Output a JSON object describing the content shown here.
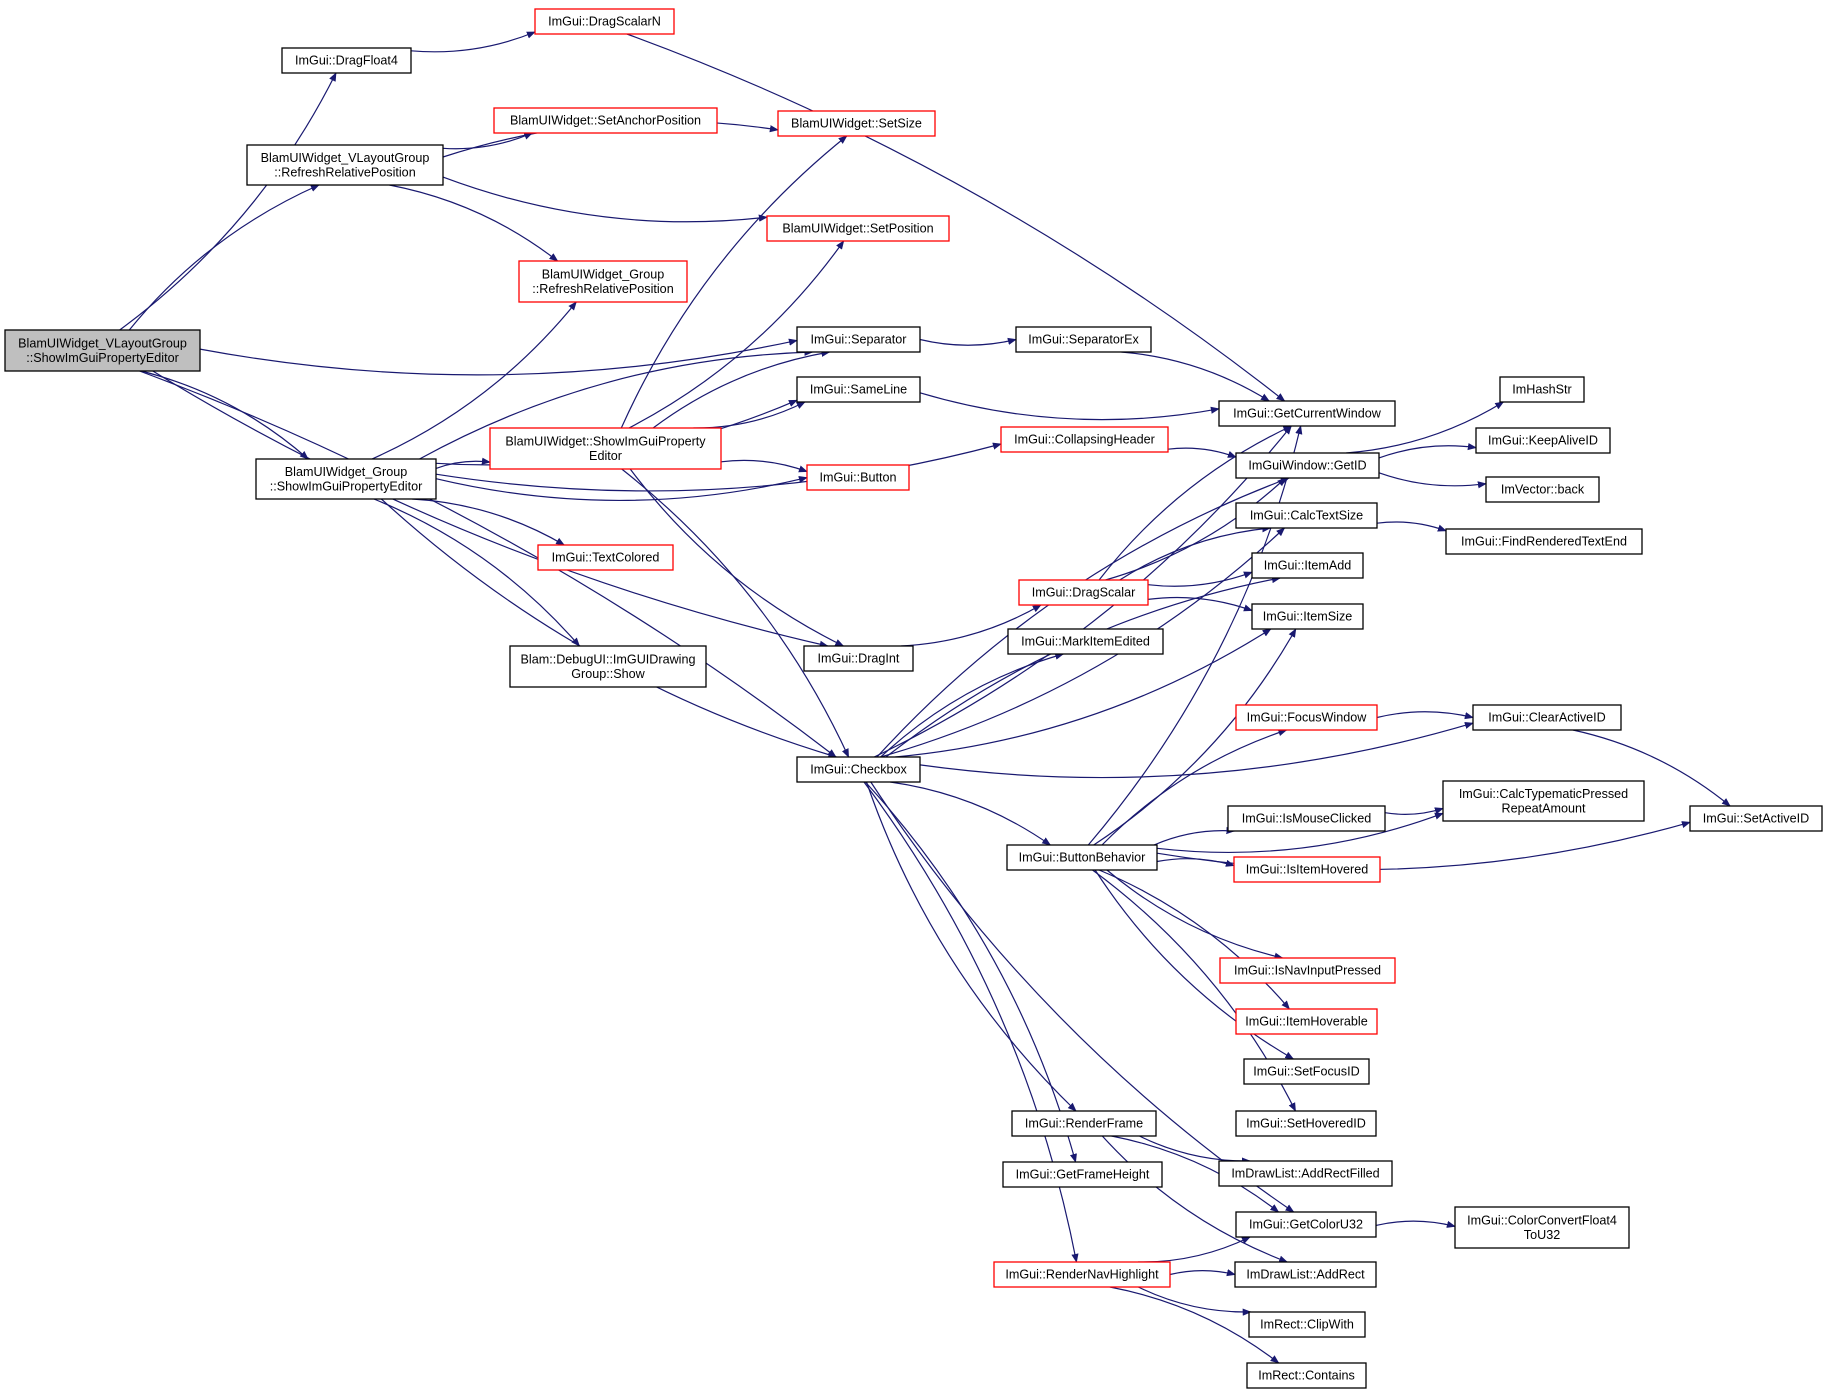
{
  "graph": {
    "colors": {
      "edge": "#191970",
      "default_border": "#000000",
      "truncated_border": "#ff0000",
      "root_fill": "#bfbfbf",
      "fill": "#ffffff"
    },
    "nodes": [
      {
        "id": "root",
        "lines": [
          "BlamUIWidget_VLayoutGroup",
          "::ShowImGuiPropertyEditor"
        ],
        "style": "root"
      },
      {
        "id": "dragfloat4",
        "lines": [
          "ImGui::DragFloat4"
        ],
        "style": "normal"
      },
      {
        "id": "dragscalarn",
        "lines": [
          "ImGui::DragScalarN"
        ],
        "style": "truncated"
      },
      {
        "id": "vlg_refresh",
        "lines": [
          "BlamUIWidget_VLayoutGroup",
          "::RefreshRelativePosition"
        ],
        "style": "normal"
      },
      {
        "id": "setanchor",
        "lines": [
          "BlamUIWidget::SetAnchorPosition"
        ],
        "style": "truncated"
      },
      {
        "id": "setsize",
        "lines": [
          "BlamUIWidget::SetSize"
        ],
        "style": "truncated"
      },
      {
        "id": "setposition",
        "lines": [
          "BlamUIWidget::SetPosition"
        ],
        "style": "truncated"
      },
      {
        "id": "grp_refresh",
        "lines": [
          "BlamUIWidget_Group",
          "::RefreshRelativePosition"
        ],
        "style": "truncated"
      },
      {
        "id": "separator",
        "lines": [
          "ImGui::Separator"
        ],
        "style": "normal"
      },
      {
        "id": "separatorex",
        "lines": [
          "ImGui::SeparatorEx"
        ],
        "style": "normal"
      },
      {
        "id": "sameline",
        "lines": [
          "ImGui::SameLine"
        ],
        "style": "normal"
      },
      {
        "id": "getcurrentwindow",
        "lines": [
          "ImGui::GetCurrentWindow"
        ],
        "style": "normal"
      },
      {
        "id": "imhashstr",
        "lines": [
          "ImHashStr"
        ],
        "style": "normal"
      },
      {
        "id": "grp_show",
        "lines": [
          "BlamUIWidget_Group",
          "::ShowImGuiPropertyEditor"
        ],
        "style": "normal"
      },
      {
        "id": "w_show",
        "lines": [
          "BlamUIWidget::ShowImGuiProperty",
          "Editor"
        ],
        "style": "truncated"
      },
      {
        "id": "button",
        "lines": [
          "ImGui::Button"
        ],
        "style": "truncated"
      },
      {
        "id": "collapsingheader",
        "lines": [
          "ImGui::CollapsingHeader"
        ],
        "style": "truncated"
      },
      {
        "id": "getid",
        "lines": [
          "ImGuiWindow::GetID"
        ],
        "style": "normal"
      },
      {
        "id": "keepaliveid",
        "lines": [
          "ImGui::KeepAliveID"
        ],
        "style": "normal"
      },
      {
        "id": "imvectorback",
        "lines": [
          "ImVector::back"
        ],
        "style": "normal"
      },
      {
        "id": "calctextsize",
        "lines": [
          "ImGui::CalcTextSize"
        ],
        "style": "normal"
      },
      {
        "id": "findrenderedtextend",
        "lines": [
          "ImGui::FindRenderedTextEnd"
        ],
        "style": "normal"
      },
      {
        "id": "textcolored",
        "lines": [
          "ImGui::TextColored"
        ],
        "style": "truncated"
      },
      {
        "id": "dragscalar",
        "lines": [
          "ImGui::DragScalar"
        ],
        "style": "truncated"
      },
      {
        "id": "itemadd",
        "lines": [
          "ImGui::ItemAdd"
        ],
        "style": "normal"
      },
      {
        "id": "itemsize",
        "lines": [
          "ImGui::ItemSize"
        ],
        "style": "normal"
      },
      {
        "id": "debugui",
        "lines": [
          "Blam::DebugUI::ImGUIDrawing",
          "Group::Show"
        ],
        "style": "normal"
      },
      {
        "id": "dragint",
        "lines": [
          "ImGui::DragInt"
        ],
        "style": "normal"
      },
      {
        "id": "markitemedited",
        "lines": [
          "ImGui::MarkItemEdited"
        ],
        "style": "normal"
      },
      {
        "id": "focuswindow",
        "lines": [
          "ImGui::FocusWindow"
        ],
        "style": "truncated"
      },
      {
        "id": "clearactiveid",
        "lines": [
          "ImGui::ClearActiveID"
        ],
        "style": "normal"
      },
      {
        "id": "checkbox",
        "lines": [
          "ImGui::Checkbox"
        ],
        "style": "normal"
      },
      {
        "id": "calctypematic",
        "lines": [
          "ImGui::CalcTypematicPressed",
          "RepeatAmount"
        ],
        "style": "normal"
      },
      {
        "id": "ismouseclicked",
        "lines": [
          "ImGui::IsMouseClicked"
        ],
        "style": "normal"
      },
      {
        "id": "setactiveid",
        "lines": [
          "ImGui::SetActiveID"
        ],
        "style": "normal"
      },
      {
        "id": "buttonbehavior",
        "lines": [
          "ImGui::ButtonBehavior"
        ],
        "style": "normal"
      },
      {
        "id": "isitemhovered",
        "lines": [
          "ImGui::IsItemHovered"
        ],
        "style": "truncated"
      },
      {
        "id": "isnavinputpressed",
        "lines": [
          "ImGui::IsNavInputPressed"
        ],
        "style": "truncated"
      },
      {
        "id": "itemhoverable",
        "lines": [
          "ImGui::ItemHoverable"
        ],
        "style": "truncated"
      },
      {
        "id": "setfocusid",
        "lines": [
          "ImGui::SetFocusID"
        ],
        "style": "normal"
      },
      {
        "id": "sethoveredid",
        "lines": [
          "ImGui::SetHoveredID"
        ],
        "style": "normal"
      },
      {
        "id": "renderframe",
        "lines": [
          "ImGui::RenderFrame"
        ],
        "style": "normal"
      },
      {
        "id": "addrectfilled",
        "lines": [
          "ImDrawList::AddRectFilled"
        ],
        "style": "normal"
      },
      {
        "id": "getframeheight",
        "lines": [
          "ImGui::GetFrameHeight"
        ],
        "style": "normal"
      },
      {
        "id": "getcoloru32",
        "lines": [
          "ImGui::GetColorU32"
        ],
        "style": "normal"
      },
      {
        "id": "colorconvert",
        "lines": [
          "ImGui::ColorConvertFloat4",
          "ToU32"
        ],
        "style": "normal"
      },
      {
        "id": "rendernavhighlight",
        "lines": [
          "ImGui::RenderNavHighlight"
        ],
        "style": "truncated"
      },
      {
        "id": "addrect",
        "lines": [
          "ImDrawList::AddRect"
        ],
        "style": "normal"
      },
      {
        "id": "clipwith",
        "lines": [
          "ImRect::ClipWith"
        ],
        "style": "normal"
      },
      {
        "id": "contains",
        "lines": [
          "ImRect::Contains"
        ],
        "style": "normal"
      }
    ],
    "edges": [
      [
        "root",
        "dragfloat4"
      ],
      [
        "root",
        "vlg_refresh"
      ],
      [
        "root",
        "separator"
      ],
      [
        "root",
        "grp_show"
      ],
      [
        "root",
        "dragint"
      ],
      [
        "root",
        "checkbox"
      ],
      [
        "dragfloat4",
        "dragscalarn"
      ],
      [
        "dragscalarn",
        "getcurrentwindow"
      ],
      [
        "vlg_refresh",
        "setanchor"
      ],
      [
        "vlg_refresh",
        "setsize"
      ],
      [
        "vlg_refresh",
        "setposition"
      ],
      [
        "vlg_refresh",
        "grp_refresh"
      ],
      [
        "grp_show",
        "grp_refresh"
      ],
      [
        "grp_show",
        "separator"
      ],
      [
        "grp_show",
        "sameline"
      ],
      [
        "grp_show",
        "w_show"
      ],
      [
        "grp_show",
        "button"
      ],
      [
        "grp_show",
        "textcolored"
      ],
      [
        "grp_show",
        "collapsingheader"
      ],
      [
        "grp_show",
        "debugui"
      ],
      [
        "grp_show",
        "checkbox"
      ],
      [
        "w_show",
        "setsize"
      ],
      [
        "w_show",
        "setposition"
      ],
      [
        "w_show",
        "separator"
      ],
      [
        "w_show",
        "sameline"
      ],
      [
        "w_show",
        "button"
      ],
      [
        "w_show",
        "dragint"
      ],
      [
        "w_show",
        "checkbox"
      ],
      [
        "separator",
        "separatorex"
      ],
      [
        "separatorex",
        "getcurrentwindow"
      ],
      [
        "sameline",
        "getcurrentwindow"
      ],
      [
        "collapsingheader",
        "getid"
      ],
      [
        "dragint",
        "dragscalar"
      ],
      [
        "dragscalar",
        "getcurrentwindow"
      ],
      [
        "dragscalar",
        "getid"
      ],
      [
        "dragscalar",
        "calctextsize"
      ],
      [
        "dragscalar",
        "itemadd"
      ],
      [
        "dragscalar",
        "itemsize"
      ],
      [
        "getid",
        "imhashstr"
      ],
      [
        "getid",
        "keepaliveid"
      ],
      [
        "getid",
        "imvectorback"
      ],
      [
        "calctextsize",
        "findrenderedtextend"
      ],
      [
        "checkbox",
        "getcurrentwindow"
      ],
      [
        "checkbox",
        "getid"
      ],
      [
        "checkbox",
        "calctextsize"
      ],
      [
        "checkbox",
        "itemadd"
      ],
      [
        "checkbox",
        "itemsize"
      ],
      [
        "checkbox",
        "markitemedited"
      ],
      [
        "checkbox",
        "clearactiveid"
      ],
      [
        "checkbox",
        "buttonbehavior"
      ],
      [
        "checkbox",
        "renderframe"
      ],
      [
        "checkbox",
        "getframeheight"
      ],
      [
        "checkbox",
        "getcoloru32"
      ],
      [
        "checkbox",
        "rendernavhighlight"
      ],
      [
        "buttonbehavior",
        "getcurrentwindow"
      ],
      [
        "buttonbehavior",
        "focuswindow"
      ],
      [
        "buttonbehavior",
        "calctypematic"
      ],
      [
        "buttonbehavior",
        "ismouseclicked"
      ],
      [
        "buttonbehavior",
        "setactiveid"
      ],
      [
        "buttonbehavior",
        "isitemhovered"
      ],
      [
        "buttonbehavior",
        "isnavinputpressed"
      ],
      [
        "buttonbehavior",
        "itemhoverable"
      ],
      [
        "buttonbehavior",
        "setfocusid"
      ],
      [
        "buttonbehavior",
        "sethoveredid"
      ],
      [
        "buttonbehavior",
        "itemsize"
      ],
      [
        "focuswindow",
        "clearactiveid"
      ],
      [
        "ismouseclicked",
        "calctypematic"
      ],
      [
        "clearactiveid",
        "setactiveid"
      ],
      [
        "renderframe",
        "addrectfilled"
      ],
      [
        "renderframe",
        "getcoloru32"
      ],
      [
        "renderframe",
        "addrect"
      ],
      [
        "getcoloru32",
        "colorconvert"
      ],
      [
        "rendernavhighlight",
        "getcoloru32"
      ],
      [
        "rendernavhighlight",
        "addrect"
      ],
      [
        "rendernavhighlight",
        "clipwith"
      ],
      [
        "rendernavhighlight",
        "contains"
      ]
    ]
  }
}
